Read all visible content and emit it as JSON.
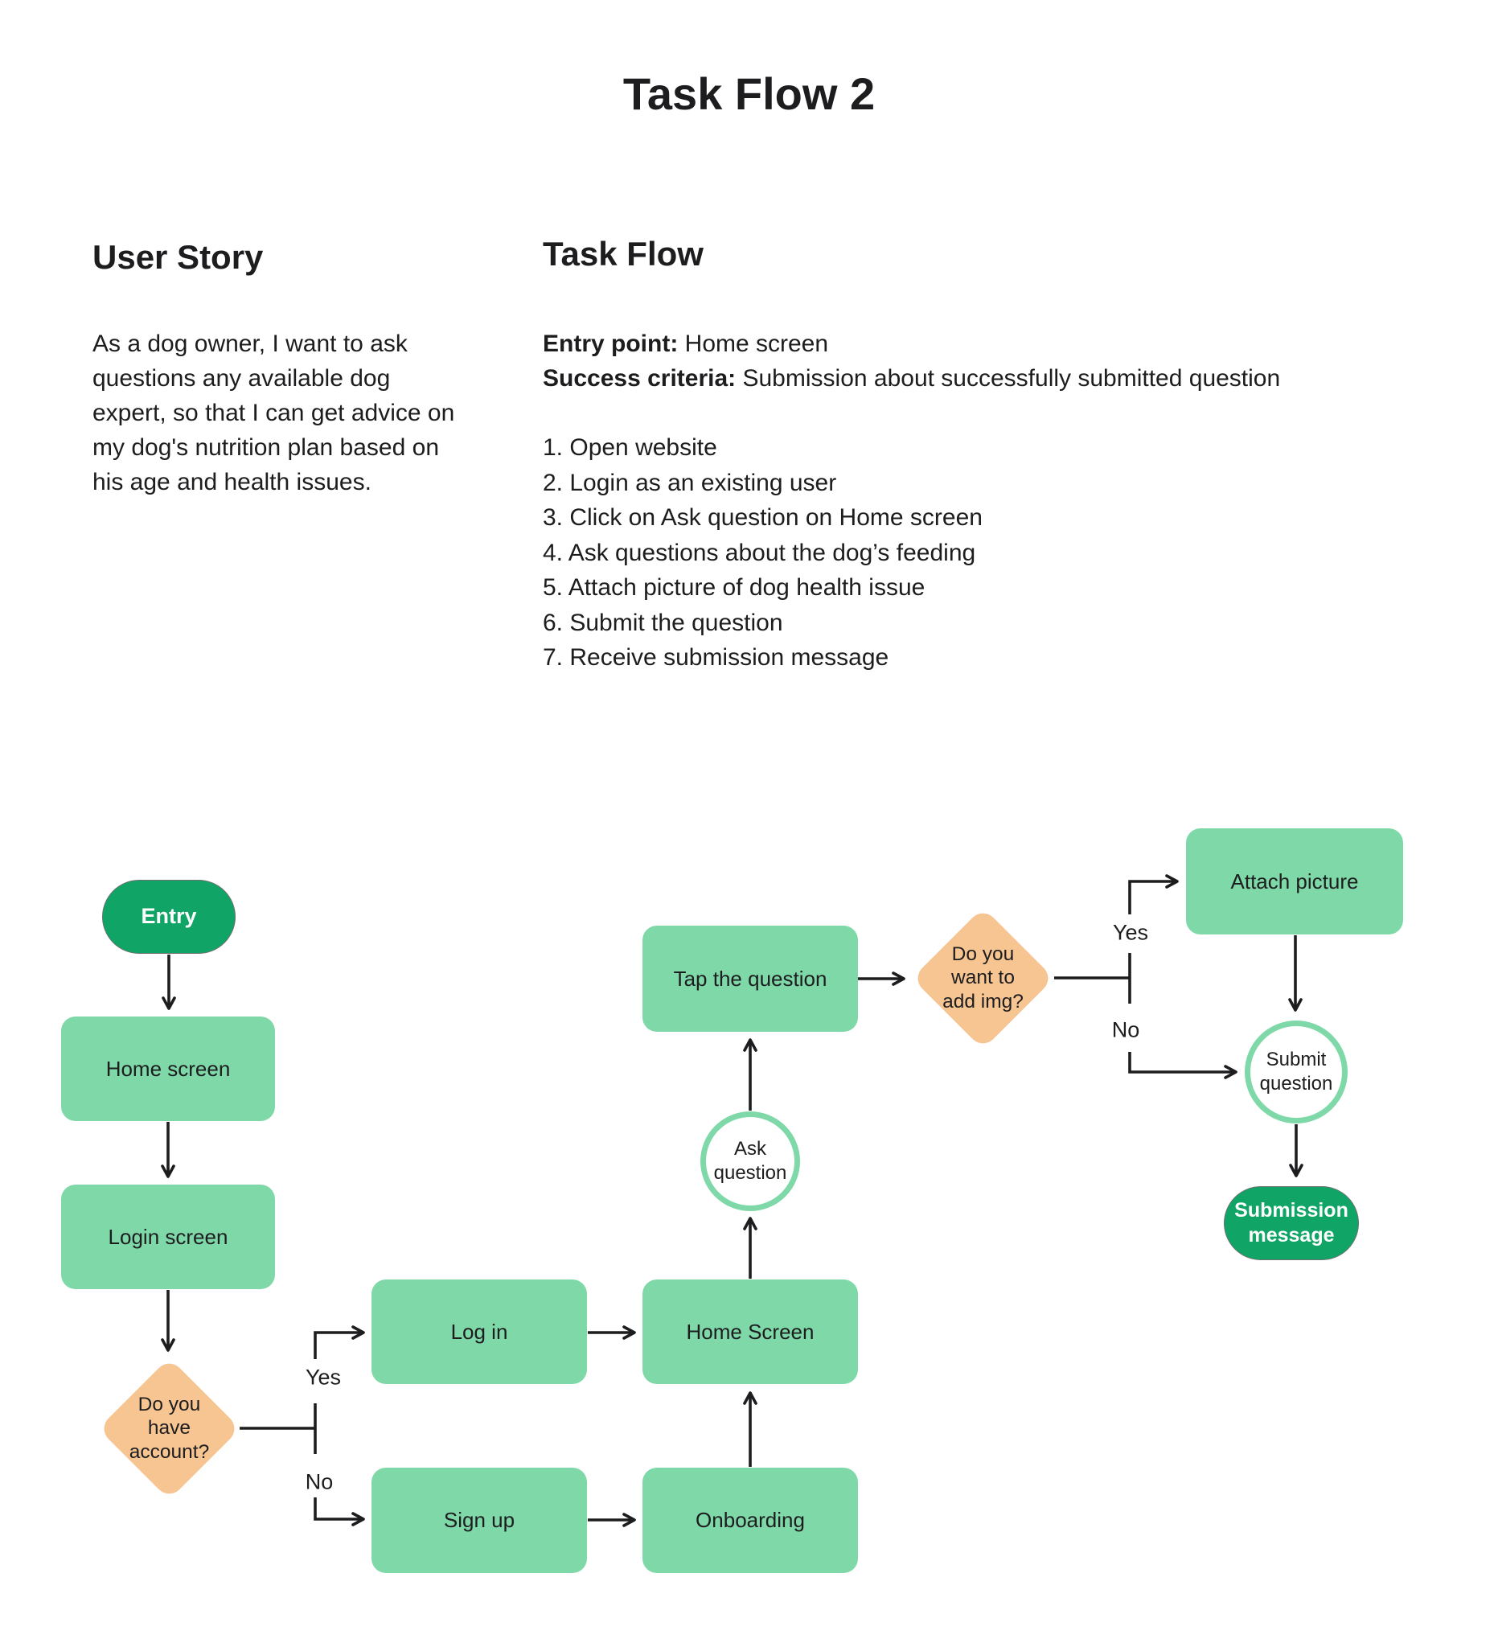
{
  "page": {
    "title": "Task Flow 2"
  },
  "user_story": {
    "heading": "User Story",
    "body": "As a dog owner, I want to ask questions any available dog expert, so that I can get advice on my dog's nutrition plan based on his age and health issues."
  },
  "task_flow": {
    "heading": "Task Flow",
    "entry_label": "Entry point:",
    "entry_value": " Home screen",
    "success_label": "Success criteria:",
    "success_value": " Submission about successfully submitted question",
    "steps": [
      "Open website",
      "Login as an existing user",
      "Click on Ask question on Home screen",
      "Ask questions about the dog’s feeding",
      "Attach picture of dog health issue",
      "Submit the question",
      "Receive submission message"
    ]
  },
  "flowchart": {
    "nodes": {
      "entry": "Entry",
      "home_screen": "Home screen",
      "login_screen": "Login screen",
      "account_decision": "Do you\nhave\naccount?",
      "log_in": "Log in",
      "sign_up": "Sign up",
      "home_screen_2": "Home Screen",
      "onboarding": "Onboarding",
      "ask_question": "Ask\nquestion",
      "tap_question": "Tap the question",
      "add_img_decision": "Do you\nwant to\nadd img?",
      "attach_picture": "Attach picture",
      "submit_question": "Submit\nquestion",
      "submission_message": "Submission\nmessage"
    },
    "edge_labels": {
      "yes_account": "Yes",
      "no_account": "No",
      "yes_img": "Yes",
      "no_img": "No"
    }
  },
  "colors": {
    "green_light": "#7ED8A8",
    "green_dark": "#10A566",
    "orange": "#F7C592",
    "line": "#1D1D1F",
    "text": "#1D1D1F"
  }
}
